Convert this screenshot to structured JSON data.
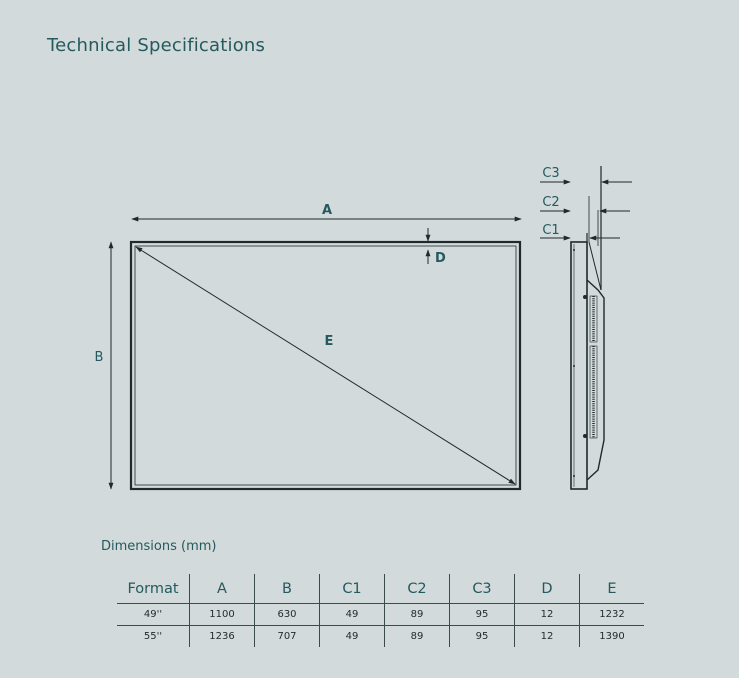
{
  "header": {
    "title": "Technical Specifications"
  },
  "diagram": {
    "labels": {
      "A": "A",
      "B": "B",
      "D": "D",
      "E": "E",
      "C1": "C1",
      "C2": "C2",
      "C3": "C3"
    },
    "colors": {
      "line": "#1e2a2c",
      "text": "#245a5e"
    }
  },
  "dimensions": {
    "title": "Dimensions (mm)",
    "headers": [
      "Format",
      "A",
      "B",
      "C1",
      "C2",
      "C3",
      "D",
      "E"
    ],
    "rows": [
      [
        "49''",
        "1100",
        "630",
        "49",
        "89",
        "95",
        "12",
        "1232"
      ],
      [
        "55''",
        "1236",
        "707",
        "49",
        "89",
        "95",
        "12",
        "1390"
      ]
    ]
  }
}
